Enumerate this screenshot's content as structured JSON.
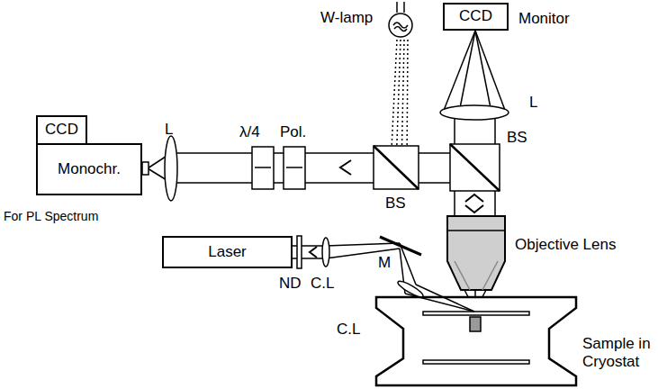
{
  "diagram": {
    "nodes": [
      {
        "text": [
          "CCD"
        ]
      },
      {
        "text": [
          "CCD"
        ]
      },
      {
        "text": [
          "Monochr."
        ]
      },
      {
        "text": [
          "Laser"
        ]
      }
    ],
    "labels": [
      "W-lamp",
      "Monitor",
      "L",
      "λ/4",
      "Pol.",
      "BS",
      "BS",
      "L",
      "For PL Spectrum",
      "Objective Lens",
      "ND",
      "C.L",
      "M",
      "C.L",
      "Sample in Cryostat"
    ]
  }
}
